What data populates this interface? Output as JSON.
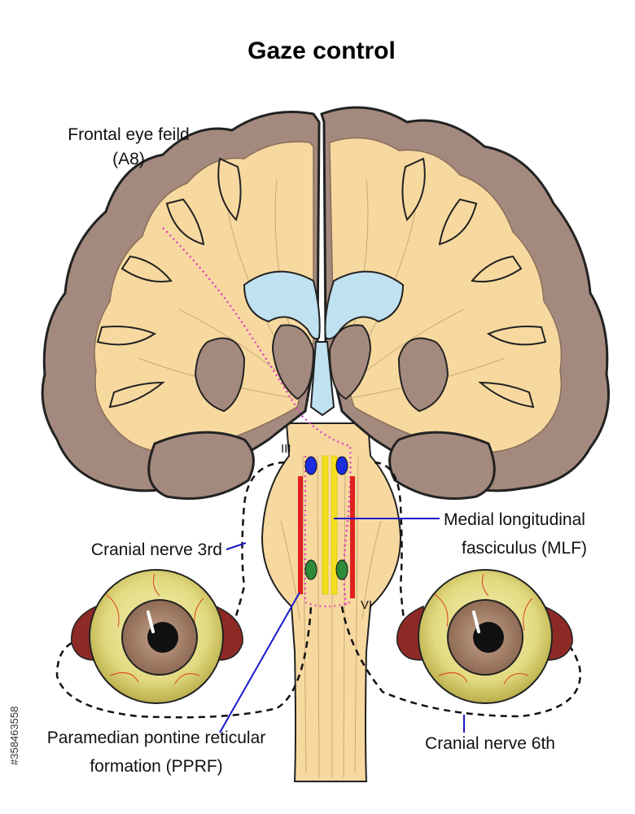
{
  "title": "Gaze control",
  "labels": {
    "frontal_eye_field_line1": "Frontal eye feild",
    "frontal_eye_field_line2": "(A8)",
    "cranial_nerve_3": "Cranial nerve 3rd",
    "mlf_line1": "Medial longitudinal",
    "mlf_line2": "fasciculus (MLF)",
    "pprf_line1": "Paramedian pontine reticular",
    "pprf_line2": "formation (PPRF)",
    "cranial_nerve_6": "Cranial nerve 6th",
    "nucleus_3": "III",
    "nucleus_6": "VI"
  },
  "side_text": "#358463558",
  "colors": {
    "cortex": "#A48A7E",
    "white_matter": "#F7D9A0",
    "ventricle": "#BFE1F0",
    "deep_nuclei": "#A48A7E",
    "pathway": "#E040C0",
    "leader": "#1A1AC8",
    "nucleus_iii": "#1A2BE0",
    "nucleus_vi": "#2E8B3A",
    "pprf_bar": "#E02020",
    "mlf_bar": "#F2E01A",
    "sclera": "#E6E08A",
    "iris": "#B08A70",
    "muscle": "#8E2A26"
  }
}
